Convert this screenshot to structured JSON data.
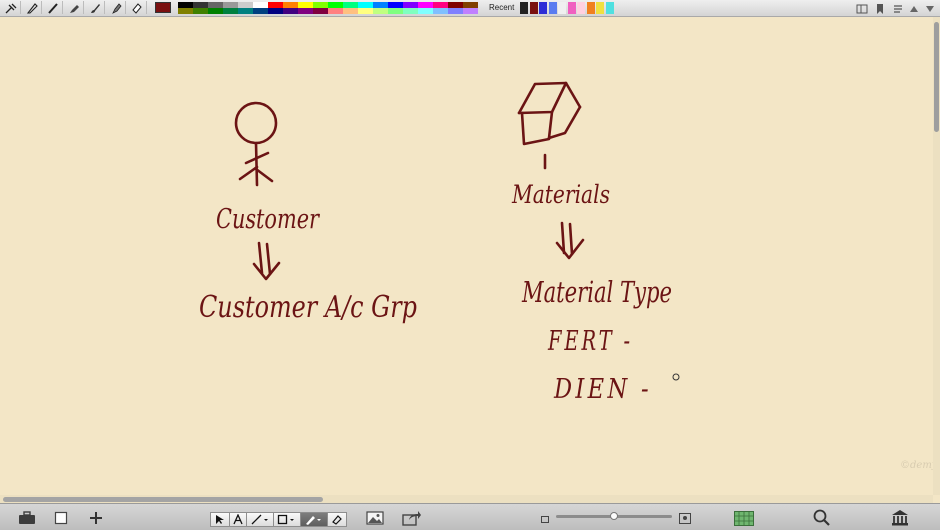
{
  "toolbar": {
    "tools": [
      "select-tool",
      "pen-tool",
      "pencil-tool",
      "marker-tool",
      "brush-tool",
      "highlighter-tool",
      "eraser-tool"
    ],
    "selected_color": "#7a1010",
    "palette_colors": [
      "#000000",
      "#333333",
      "#666666",
      "#999999",
      "#cccccc",
      "#ffffff",
      "#ff0000",
      "#ff8000",
      "#ffff00",
      "#80ff00",
      "#00ff00",
      "#00ff80",
      "#00ffff",
      "#0080ff",
      "#0000ff",
      "#8000ff",
      "#ff00ff",
      "#ff0080",
      "#800000",
      "#804000",
      "#808000",
      "#408000",
      "#008000",
      "#008040",
      "#008080",
      "#004080",
      "#000080",
      "#400080",
      "#800080",
      "#800040",
      "#ff8080",
      "#ffc080",
      "#ffff80",
      "#c0ff80",
      "#80ff80",
      "#80ffc0",
      "#80ffff",
      "#80c0ff",
      "#8080ff",
      "#c080ff"
    ],
    "recent_label": "Recent",
    "recent_colors": [
      "#222222",
      "#7a1010",
      "#2d2dd6",
      "#5a7cf0",
      "#f0f0f0",
      "#f060c0",
      "#ffd0e0",
      "#f08020",
      "#f0e040",
      "#50e0e0"
    ]
  },
  "canvas": {
    "labels": {
      "customer": "Customer",
      "customer_ac_grp": "Customer A/c Grp",
      "materials": "Materials",
      "material_type": "Material Type",
      "fert": "FERT -",
      "dien": "DIEN -"
    }
  },
  "watermark": "©demy",
  "bottombar": {
    "zoom_level": 0.5
  }
}
